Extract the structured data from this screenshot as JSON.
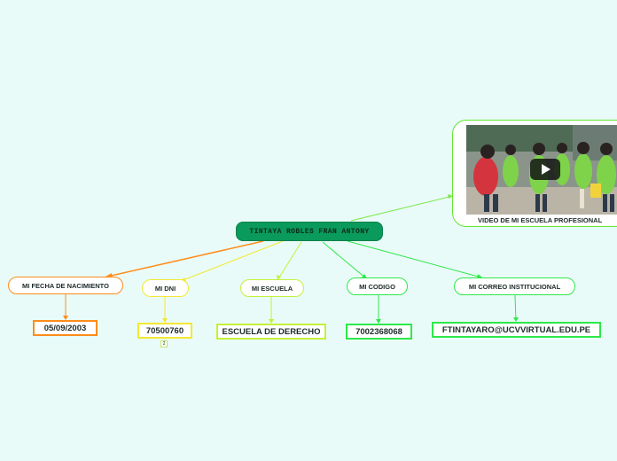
{
  "central": {
    "title": "TINTAYA ROBLES FRAN ANTONY"
  },
  "branches": [
    {
      "id": "fecha",
      "label": "MI FECHA DE NACIMIENTO",
      "value": "05/09/2003",
      "color": "#ff8c1a"
    },
    {
      "id": "dni",
      "label": "MI DNI",
      "value": "70500760",
      "color": "#f3e832",
      "badge": "2"
    },
    {
      "id": "escuela",
      "label": "MI ESCUELA",
      "value": "ESCUELA DE DERECHO",
      "color": "#c4f03a"
    },
    {
      "id": "codigo",
      "label": "MI CODIGO",
      "value": "7002368068",
      "color": "#2ee84a"
    },
    {
      "id": "correo",
      "label": "MI CORREO INSTITUCIONAL",
      "value": "FTINTAYARO@UCVVIRTUAL.EDU.PE",
      "color": "#2ee84a"
    }
  ],
  "video": {
    "label": "VIDEO DE MI ESCUELA PROFESIONAL",
    "icon": "play-icon",
    "color": "#61e82e"
  }
}
